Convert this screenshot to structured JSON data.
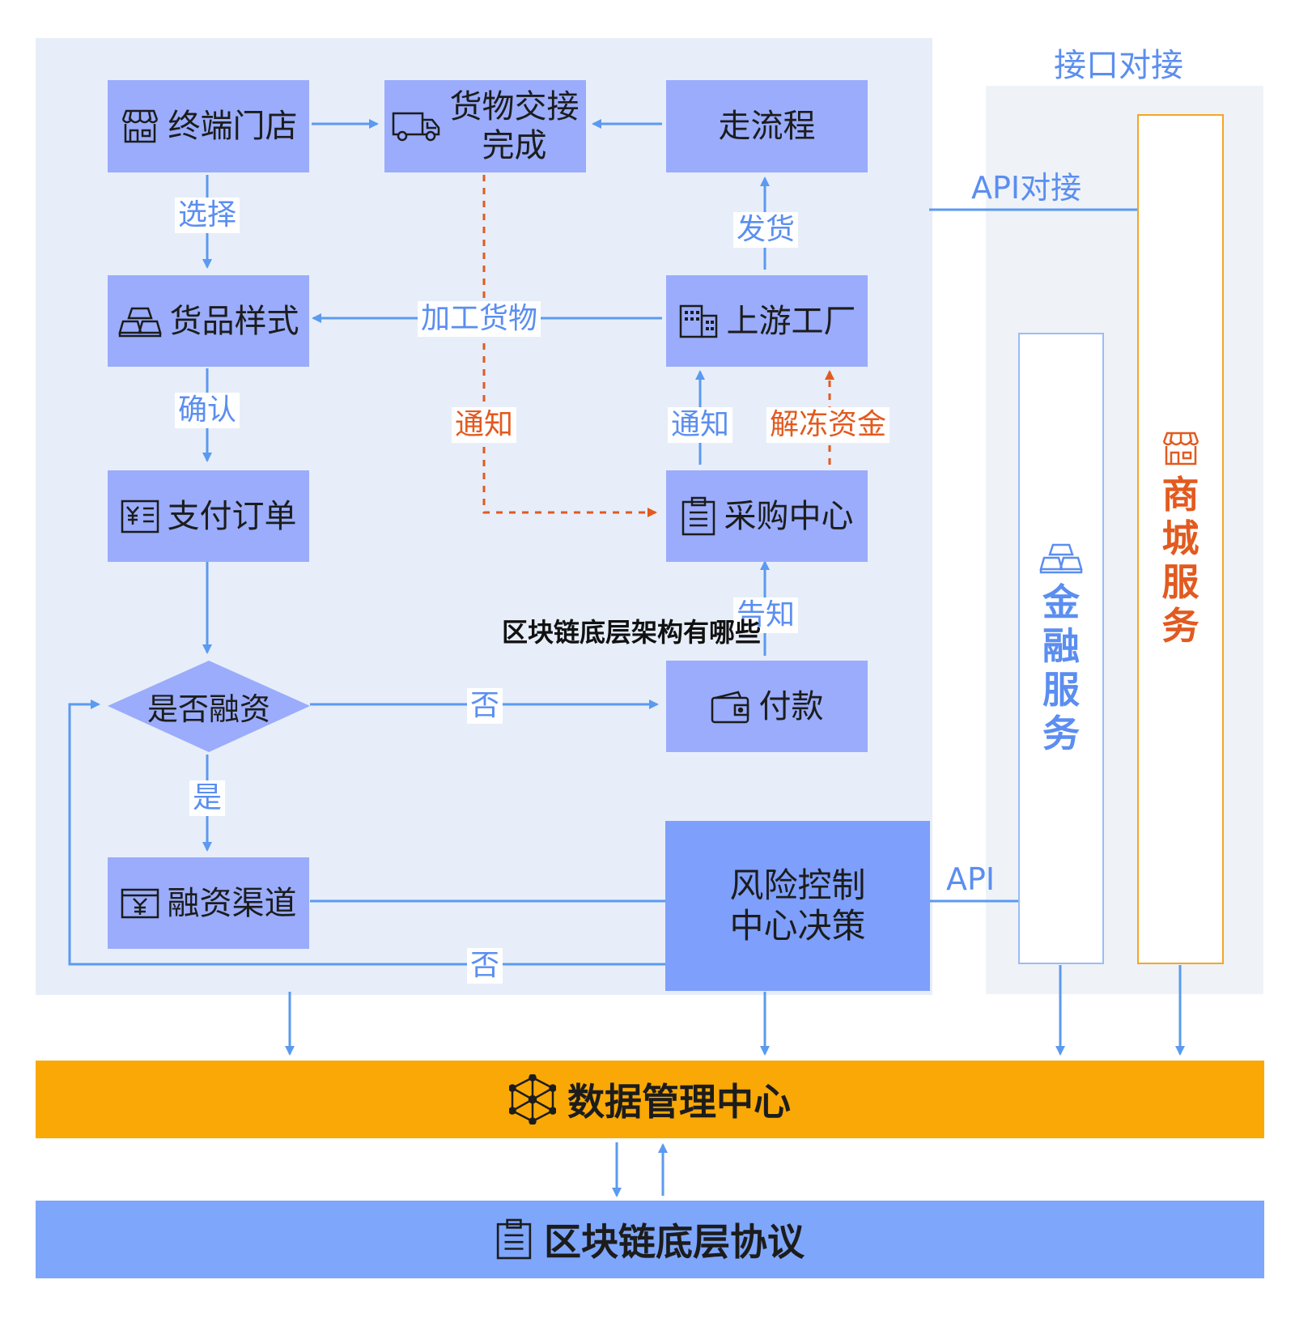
{
  "header": {
    "interface_title": "接口对接"
  },
  "nodes": {
    "terminal_store": "终端门店",
    "goods_handover": [
      "货物交接",
      "完成"
    ],
    "workflow": "走流程",
    "goods_style": "货品样式",
    "upstream_factory": "上游工厂",
    "pay_order": "支付订单",
    "procurement_center": "采购中心",
    "financing_decision": "是否融资",
    "payment": "付款",
    "financing_channel": "融资渠道",
    "risk_control": [
      "风险控制",
      "中心决策"
    ]
  },
  "edges": {
    "select": "选择",
    "process_goods": "加工货物",
    "ship": "发货",
    "confirm": "确认",
    "notify_left": "通知",
    "notify_right": "通知",
    "unfreeze_funds": "解冻资金",
    "inform": "告知",
    "no_payment": "否",
    "yes": "是",
    "no_loop": "否",
    "api_docking": "API对接",
    "api": "API"
  },
  "columns": {
    "financial_service": [
      "金",
      "融",
      "服",
      "务"
    ],
    "mall_service": [
      "商",
      "城",
      "服",
      "务"
    ]
  },
  "bands": {
    "data_center": "数据管理中心",
    "blockchain_protocol": "区块链底层协议"
  },
  "overlay": {
    "title": "区块链底层架构有哪些"
  },
  "colors": {
    "panel": "#e7eef9",
    "node": "#9aacfb",
    "risk_node": "#7e9ffb",
    "arrow_blue": "#5b9af0",
    "arrow_orange": "#e25a1f",
    "data_band": "#f9a806",
    "chain_band": "#7ea6fb"
  },
  "icons": {
    "terminal_store": "storefront-icon",
    "goods_handover": "truck-icon",
    "goods_style": "gold-bars-icon",
    "upstream_factory": "factory-icon",
    "pay_order": "yen-receipt-icon",
    "procurement_center": "clipboard-icon",
    "payment": "wallet-icon",
    "financing_channel": "yen-card-icon",
    "financial_service": "gold-bars-icon",
    "mall_service": "storefront-icon",
    "data_center": "network-cube-icon",
    "blockchain_protocol": "clipboard-icon"
  }
}
